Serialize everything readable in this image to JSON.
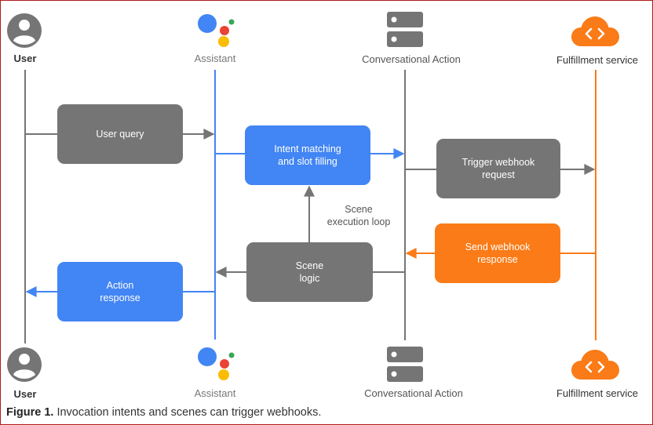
{
  "actors": {
    "user": "User",
    "assistant": "Assistant",
    "conversational_action": "Conversational Action",
    "fulfillment": "Fulfillment service"
  },
  "steps": {
    "user_query": "User query",
    "intent_matching": "Intent matching\nand slot filling",
    "trigger_webhook": "Trigger webhook\nrequest",
    "send_webhook": "Send webhook\nresponse",
    "scene_logic": "Scene\nlogic",
    "action_response": "Action\nresponse",
    "scene_loop": "Scene\nexecution loop"
  },
  "caption": {
    "label": "Figure 1.",
    "text": "Invocation intents and scenes can trigger webhooks."
  },
  "colors": {
    "gray": "#757575",
    "blue": "#4285f4",
    "orange": "#fa7b17"
  },
  "icons": {
    "user": "user-avatar-icon",
    "assistant": "google-assistant-icon",
    "conversational_action": "server-icon",
    "fulfillment": "cloud-code-icon"
  }
}
